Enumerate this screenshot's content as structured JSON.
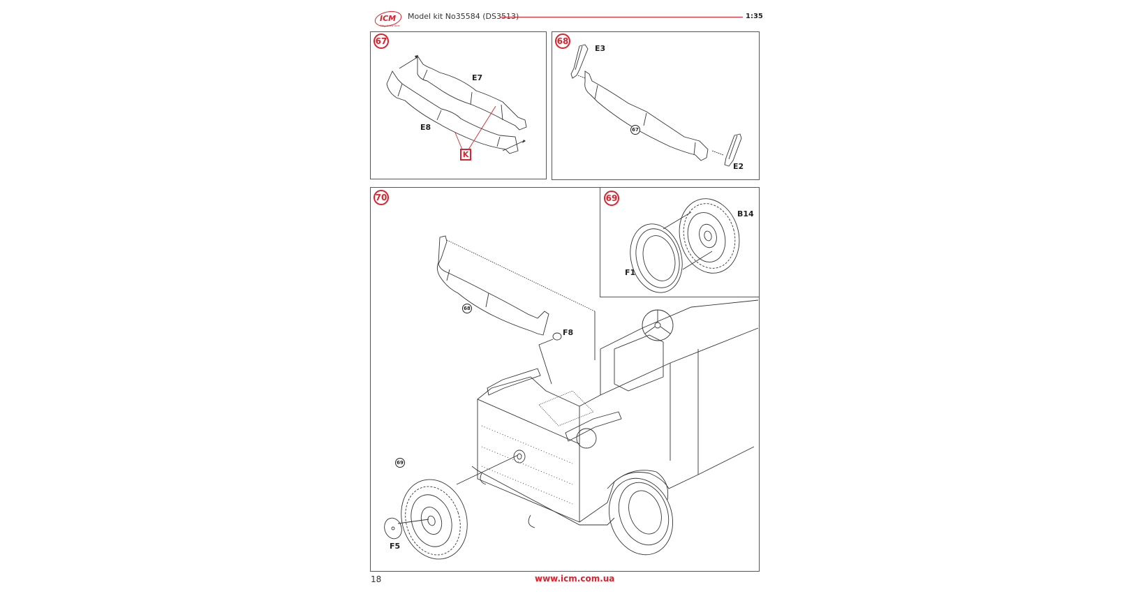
{
  "header": {
    "logo_text": "ICM",
    "logo_tagline": "Way to the Best",
    "title": "Model kit No35584 (DS3513)",
    "scale": "1:35"
  },
  "steps": [
    {
      "number": "67",
      "parts": [
        "E7",
        "E8"
      ],
      "glue_marker": "K"
    },
    {
      "number": "68",
      "parts": [
        "E3",
        "E2"
      ],
      "subassembly_ref": "67"
    },
    {
      "number": "69",
      "parts": [
        "B14",
        "F1"
      ]
    },
    {
      "number": "70",
      "parts": [
        "F8",
        "F5"
      ],
      "subassembly_refs": [
        "68",
        "69"
      ]
    }
  ],
  "footer": {
    "page_number": "18",
    "website": "www.icm.com.ua"
  },
  "colors": {
    "accent_red": "#d9232e",
    "line": "#333333"
  }
}
